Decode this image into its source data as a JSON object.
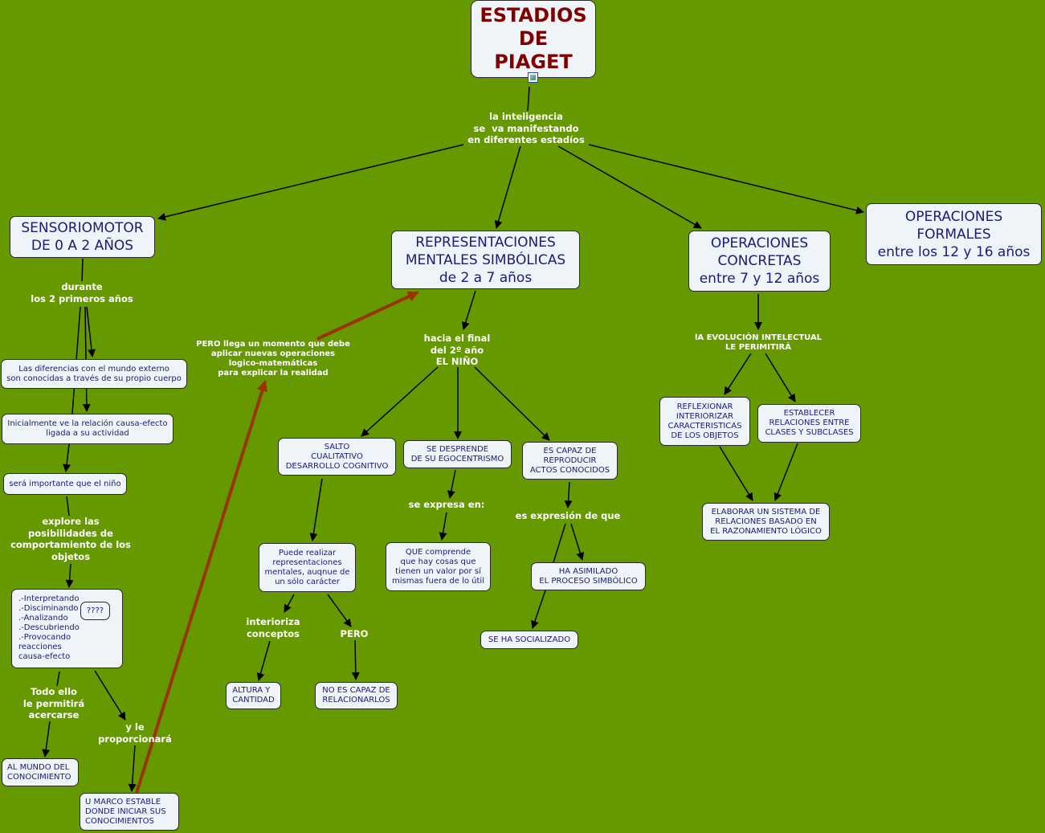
{
  "title": "ESTADIOS\nDE\nPIAGET",
  "nodes": {
    "sensoriomotor": "SENSORIOMOTOR\nDE 0 A 2 AÑOS",
    "representaciones": "REPRESENTACIONES\nMENTALES SIMBÓLICAS\nde 2 a 7 años",
    "concretas": "OPERACIONES\nCONCRETAS\nentre 7 y 12 años",
    "formales": "OPERACIONES\nFORMALES\nentre los 12 y 16 años",
    "diferencias": "Las diferencias con el mundo externo\nson conocidas a través de su propio cuerpo",
    "inicialmente": "Inicialmente ve la relación causa-efecto\nligada a su actividad",
    "sera": "será importante que el niño",
    "lista": ".-Interpretando\n.-Disciminando\n.-Analizando\n.-Descubriendo\n.-Provocando reacciones\ncausa-efecto",
    "interrogacion": "????",
    "mundo": "AL MUNDO DEL\nCONOCIMIENTO",
    "marco": "U MARCO ESTABLE\nDONDE INICIAR SUS\nCONOCIMIENTOS",
    "salto": "SALTO\nCUALITATIVO\nDESARROLLO COGNITIVO",
    "desprende": "SE DESPRENDE\nDE SU EGOCENTRISMO",
    "capaz": "ES CAPAZ DE\nREPRODUCIR\nACTOS CONOCIDOS",
    "puede": "Puede realizar\nrepresentaciones\nmentales, auqnue de\nun sólo carácter",
    "comprende": "QUE comprende\nque hay cosas que\ntienen un valor por sí\nmismas fuera de lo útil",
    "asimilado": "HA ASIMILADO\nEL PROCESO SIMBÓLICO",
    "socializado": "SE HA SOCIALIZADO",
    "altura": "ALTURA Y\nCANTIDAD",
    "noes": "NO ES CAPAZ DE\nRELACIONARLOS",
    "reflexionar": "REFLEXIONAR\nINTERIORIZAR\nCARACTERISTICAS\nDE LOS OBJETOS",
    "establecer": "ESTABLECER\nRELACIONES ENTRE\nCLASES Y SUBCLASES",
    "elaborar": "ELABORAR UN SISTEMA DE\nRELACIONES BASADO EN\nEL RAZONAMIENTO LÓGICO"
  },
  "links": {
    "inteligencia": "la inteligencia\nse  va manifestando\nen diferentes estadíos",
    "durante": "durante\nlos 2 primeros años",
    "pero_momento": "PERO llega un momento que debe\naplicar nuevas operaciones\nlogico-matemáticas\npara explicar la realidad",
    "hacia_final": "hacia el final\ndel 2º año\nEL NIÑO",
    "explore": "explore las\nposibilidades de\ncomportamiento de los\nobjetos",
    "todo_ello": "Todo ello\nle permitirá\nacercarse",
    "y_le": "y le\nproporcionará",
    "interioriza": "interioriza\nconceptos",
    "pero": "PERO",
    "se_expresa": "se expresa en:",
    "es_expresion": "es expresión de que",
    "evolucion": "lA EVOLUCIÓN INTELECTUAL\nLE PERIMITIRÁ"
  },
  "colors": {
    "background": "#669900",
    "node": "#eef4f8",
    "node_text": "#1a1a7a",
    "title_text": "#800000",
    "highlight_link": "#993300"
  }
}
